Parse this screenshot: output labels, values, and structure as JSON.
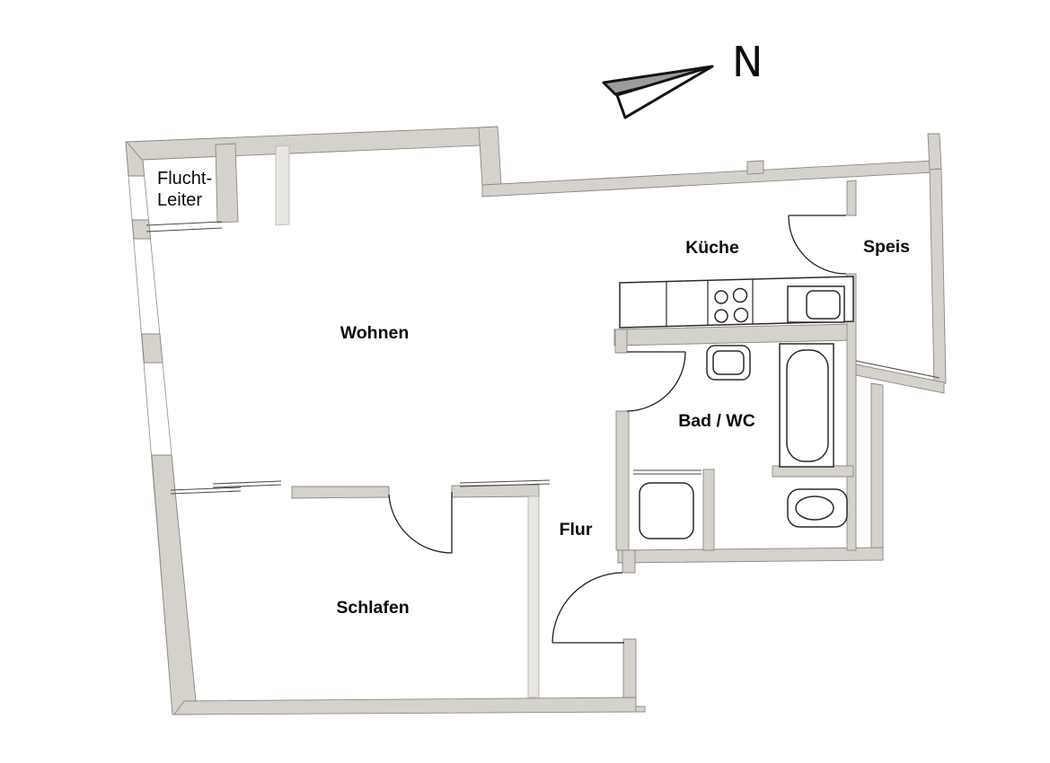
{
  "figure": {
    "type": "apartment-floor-plan",
    "compass_label": "N"
  },
  "rooms": {
    "flucht_leiter_line1": "Flucht-",
    "flucht_leiter_line2": "Leiter",
    "wohnen": "Wohnen",
    "kueche": "Küche",
    "speis": "Speis",
    "bad_wc": "Bad / WC",
    "flur": "Flur",
    "schlafen": "Schlafen"
  },
  "colors": {
    "background": "#ffffff",
    "wall_fill": "#d5d2cc",
    "wall_fill_light": "#e8e6e1",
    "wall_outline": "#8b8985",
    "fixture_stroke": "#2a2a2a",
    "door_stroke": "#1f1f1f",
    "text": "#0b0b0b",
    "arrow_fill": "#9c9c9c"
  }
}
